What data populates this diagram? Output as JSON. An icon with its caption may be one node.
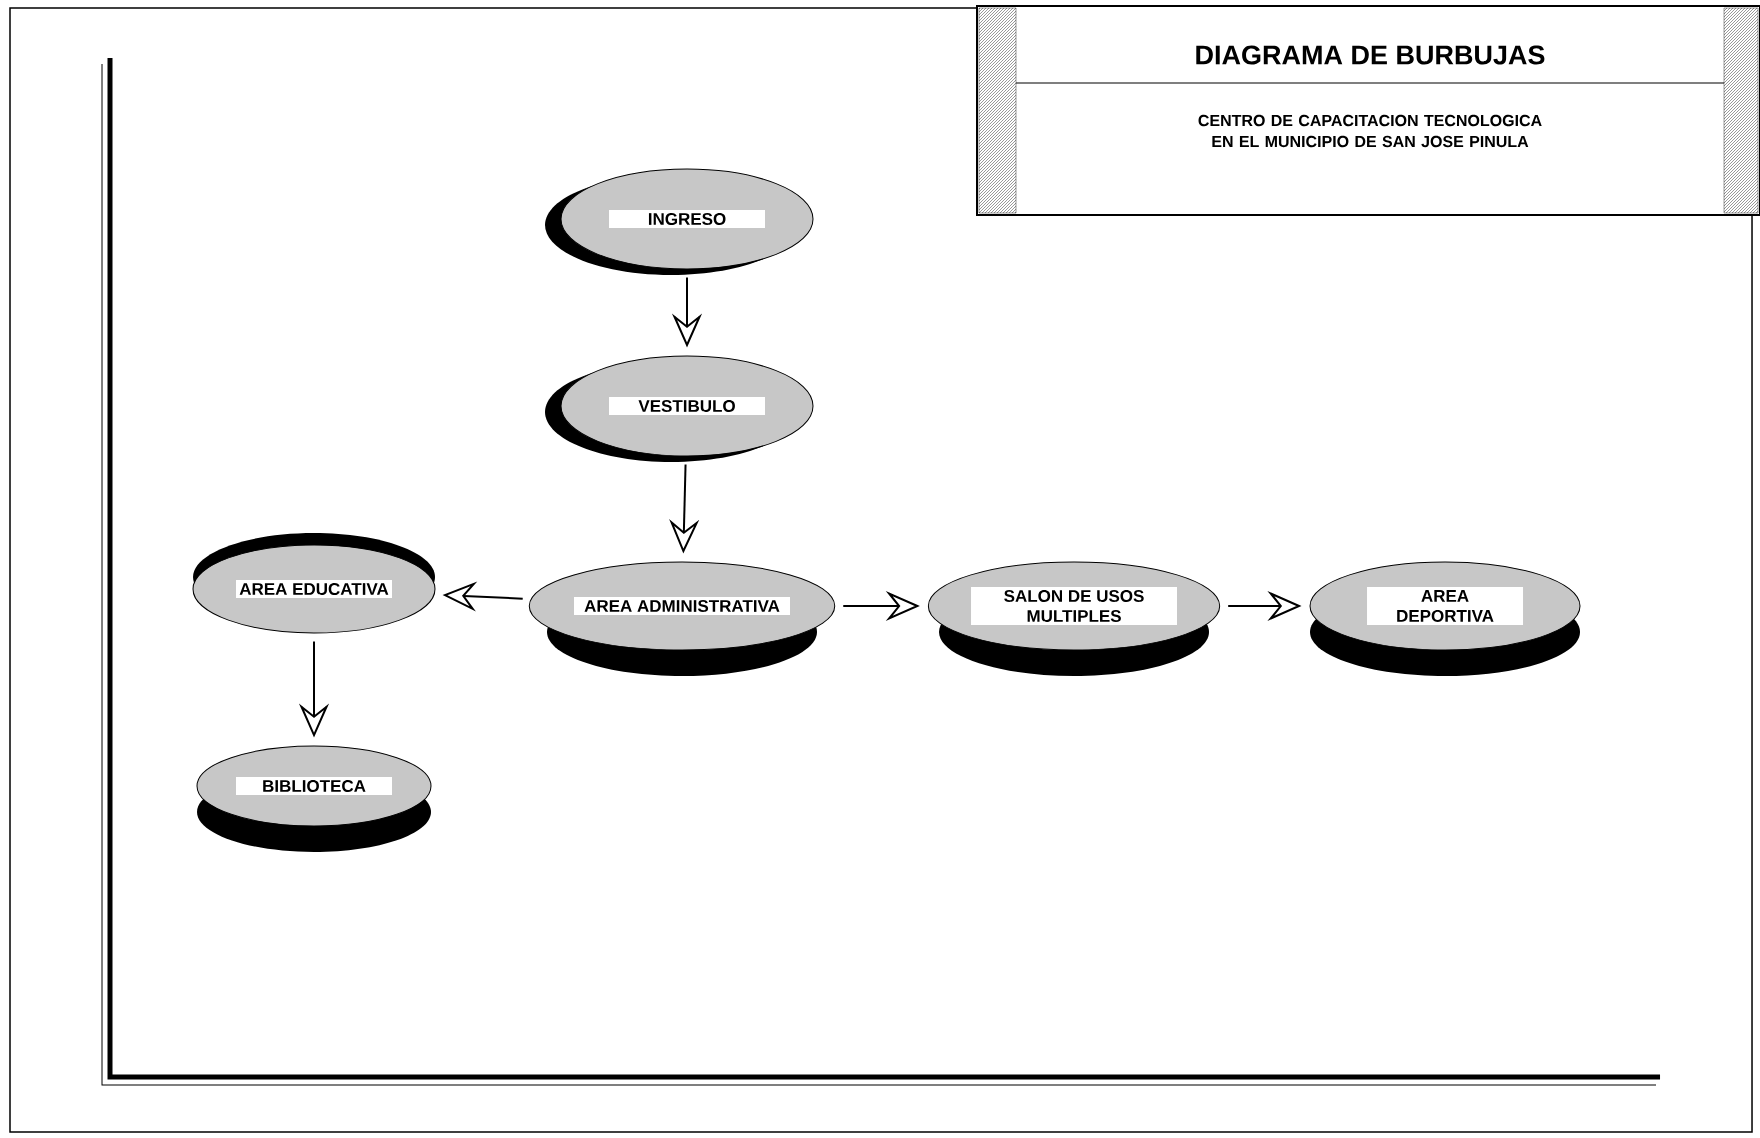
{
  "diagram": {
    "title": "DIAGRAMA DE BURBUJAS",
    "nodes": [
      {
        "text": [
          "INGRESO"
        ]
      },
      {
        "text": [
          "VESTIBULO"
        ]
      },
      {
        "text": [
          "AREA EDUCATIVA"
        ]
      },
      {
        "text": [
          "AREA ADMINISTRATIVA"
        ]
      },
      {
        "text": [
          "SALON DE USOS MULTIPLES"
        ]
      },
      {
        "text": [
          "AREA DEPORTIVA"
        ]
      },
      {
        "text": [
          "BIBLIOTECA"
        ]
      }
    ],
    "edges": [
      {
        "from": 0,
        "to": 1,
        "arrow": "to"
      },
      {
        "from": 1,
        "to": 3,
        "arrow": "to"
      },
      {
        "from": 3,
        "to": 2,
        "arrow": "to"
      },
      {
        "from": 3,
        "to": 4,
        "arrow": "to"
      },
      {
        "from": 4,
        "to": 5,
        "arrow": "to"
      },
      {
        "from": 2,
        "to": 6,
        "arrow": "to"
      }
    ],
    "labels": [
      "CENTRO DE CAPACITACION TECNOLOGICA EN EL MUNICIPIO DE SAN JOSE PINULA"
    ]
  }
}
